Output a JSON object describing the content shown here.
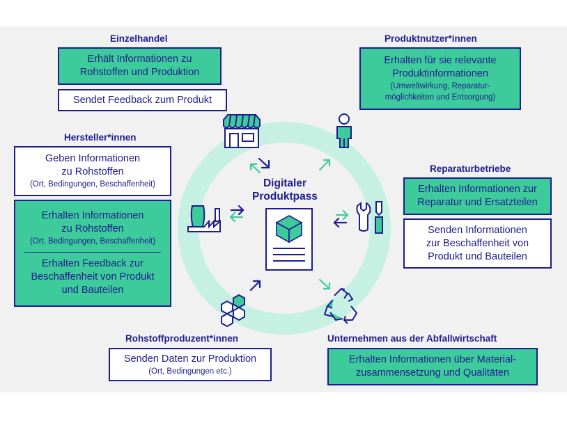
{
  "center": {
    "title_line1": "Digitaler",
    "title_line2": "Produktpass"
  },
  "einzelhandel": {
    "heading": "Einzelhandel",
    "box1_line1": "Erhält Informationen zu",
    "box1_line2": "Rohstoffen und Produktion",
    "box2": "Sendet Feedback zum Produkt"
  },
  "produktnutzer": {
    "heading": "Produktnutzer*innen",
    "line1": "Erhalten für sie relevante",
    "line2": "Produktinformationen",
    "line3": "(Umweltwirkung, Reparatur-",
    "line4": "möglichkeiten und Entsorgung)"
  },
  "hersteller": {
    "heading": "Hersteller*innen",
    "box1_line1": "Geben Informationen",
    "box1_line2": "zu Rohstoffen",
    "box1_line3": "(Ort, Bedingungen, Beschaffenheit)",
    "box2_line1": "Erhalten Informationen",
    "box2_line2": "zu Rohstoffen",
    "box2_line3": "(Ort, Bedingungen, Beschaffenheit)",
    "box2_line4": "Erhalten Feedback zur",
    "box2_line5": "Beschaffenheit von Produkt",
    "box2_line6": "und Bauteilen"
  },
  "reparatur": {
    "heading": "Reparaturbetriebe",
    "box1_line1": "Erhalten Informationen zur",
    "box1_line2": "Reparatur und Ersatzteilen",
    "box2_line1": "Senden Informationen",
    "box2_line2": "zur Beschaffenheit von",
    "box2_line3": "Produkt und Bauteilen"
  },
  "rohstoff": {
    "heading": "Rohstoffproduzent*innen",
    "line1": "Senden Daten zur Produktion",
    "line2": "(Ort, Bedingungen etc.)"
  },
  "abfall": {
    "heading": "Unternehmen aus der Abfallwirtschaft",
    "line1": "Erhalten Informationen über Material-",
    "line2": "zusammensetzung und Qualitäten"
  },
  "colors": {
    "navy": "#1d1d8f",
    "green": "#3ecb9c",
    "ring": "#c6f1e2",
    "panel": "#f1f1f2"
  }
}
